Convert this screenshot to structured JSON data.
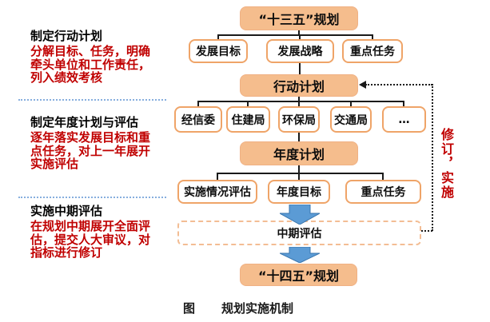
{
  "colors": {
    "box_fill_orange": "#f5bd8d",
    "box_border_orange": "#efa468",
    "red_text": "#c00000",
    "arrow_blue": "#5b9bd5",
    "divider_blue": "#86aede",
    "connector_black": "#1a1a1a"
  },
  "left_panel": {
    "sections": [
      {
        "title": "制定行动计划",
        "body": "分解目标、任务，明确\n牵头单位和工作责任，\n列入绩效考核"
      },
      {
        "title": "制定年度计划与评估",
        "body": "逐年落实发展目标和重\n点任务，对上一年展开\n实施评估"
      },
      {
        "title": "实施中期评估",
        "body": "在规划中期展开全面评\n估，提交人大审议，对\n指标进行修订"
      }
    ]
  },
  "flowchart": {
    "plan_13th": "“十三五”规划",
    "plan_components": [
      "发展目标",
      "发展战略",
      "重点任务"
    ],
    "action_plan": "行动计划",
    "departments": [
      "经信委",
      "住建局",
      "环保局",
      "交通局",
      "…"
    ],
    "annual_plan": "年度计划",
    "annual_components": [
      "实施情况评估",
      "年度目标",
      "重点任务"
    ],
    "midterm_eval": "中期评估",
    "plan_14th": "“十四五”规划",
    "feedback_label": "修订，实施"
  },
  "caption": {
    "figure_label": "图",
    "title": "规划实施机制"
  }
}
